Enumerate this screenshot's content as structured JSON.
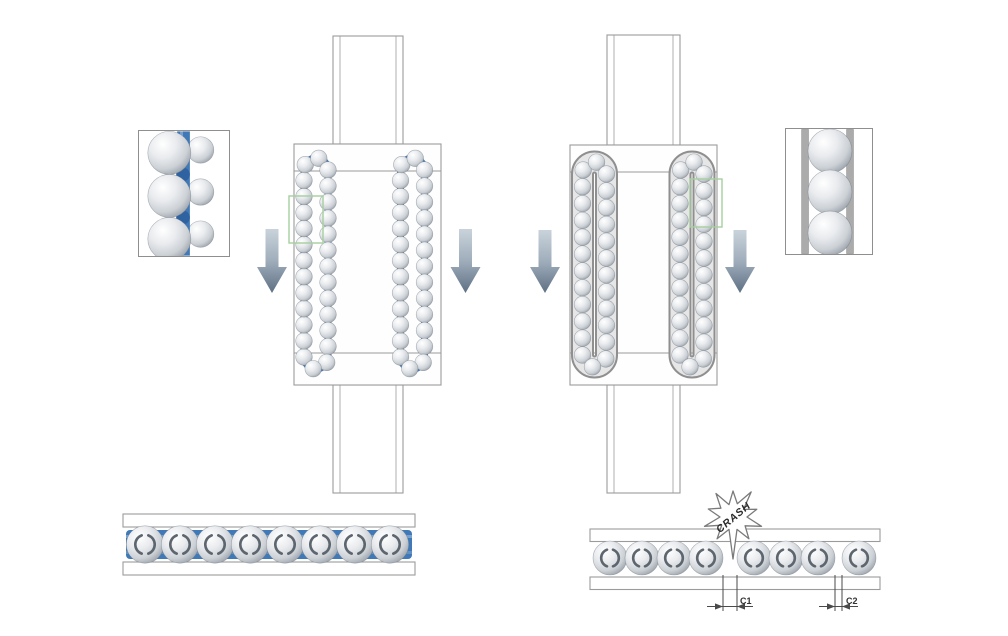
{
  "figure": {
    "type": "technical-diagram",
    "subject": "linear guide ball recirculation comparison: ball-chain (caged) type vs full-ball type",
    "labels": {
      "crash": "CRASH",
      "c1": "C1",
      "c2": "C2"
    },
    "colors": {
      "chain_blue": "#4079b8",
      "chain_blue_deep": "#2f62a0",
      "outline": "#9b9b9b",
      "tube_edge": "#8f8f8f",
      "tube_fill": "#e6e6e6",
      "green_highlight": "#a6cf9f",
      "arrow_light": "#c9d3db",
      "arrow_mid": "#9fadbb",
      "arrow_dark": "#5e7084",
      "rotation_arrow": "#5d666e",
      "dim_line": "#4a4a4a",
      "star_outline": "#7a7a7a",
      "background": "#ffffff"
    },
    "left_unit": {
      "style": "ball-chain",
      "loop_count": 2,
      "balls_per_loop": 28,
      "motion_arrow_count": 2,
      "motion_direction": "down",
      "detail_inset_balls": 3
    },
    "right_unit": {
      "style": "full-ball",
      "loop_count": 2,
      "balls_per_loop": 27,
      "motion_arrow_count": 2,
      "motion_direction": "down",
      "detail_inset_balls": 3
    },
    "bottom_left_row": {
      "ball_count": 8,
      "chained": true
    },
    "bottom_right_row": {
      "ball_count": 8,
      "chained": false,
      "crash_marked": true,
      "dimension_labels": [
        "C1",
        "C2"
      ]
    }
  }
}
